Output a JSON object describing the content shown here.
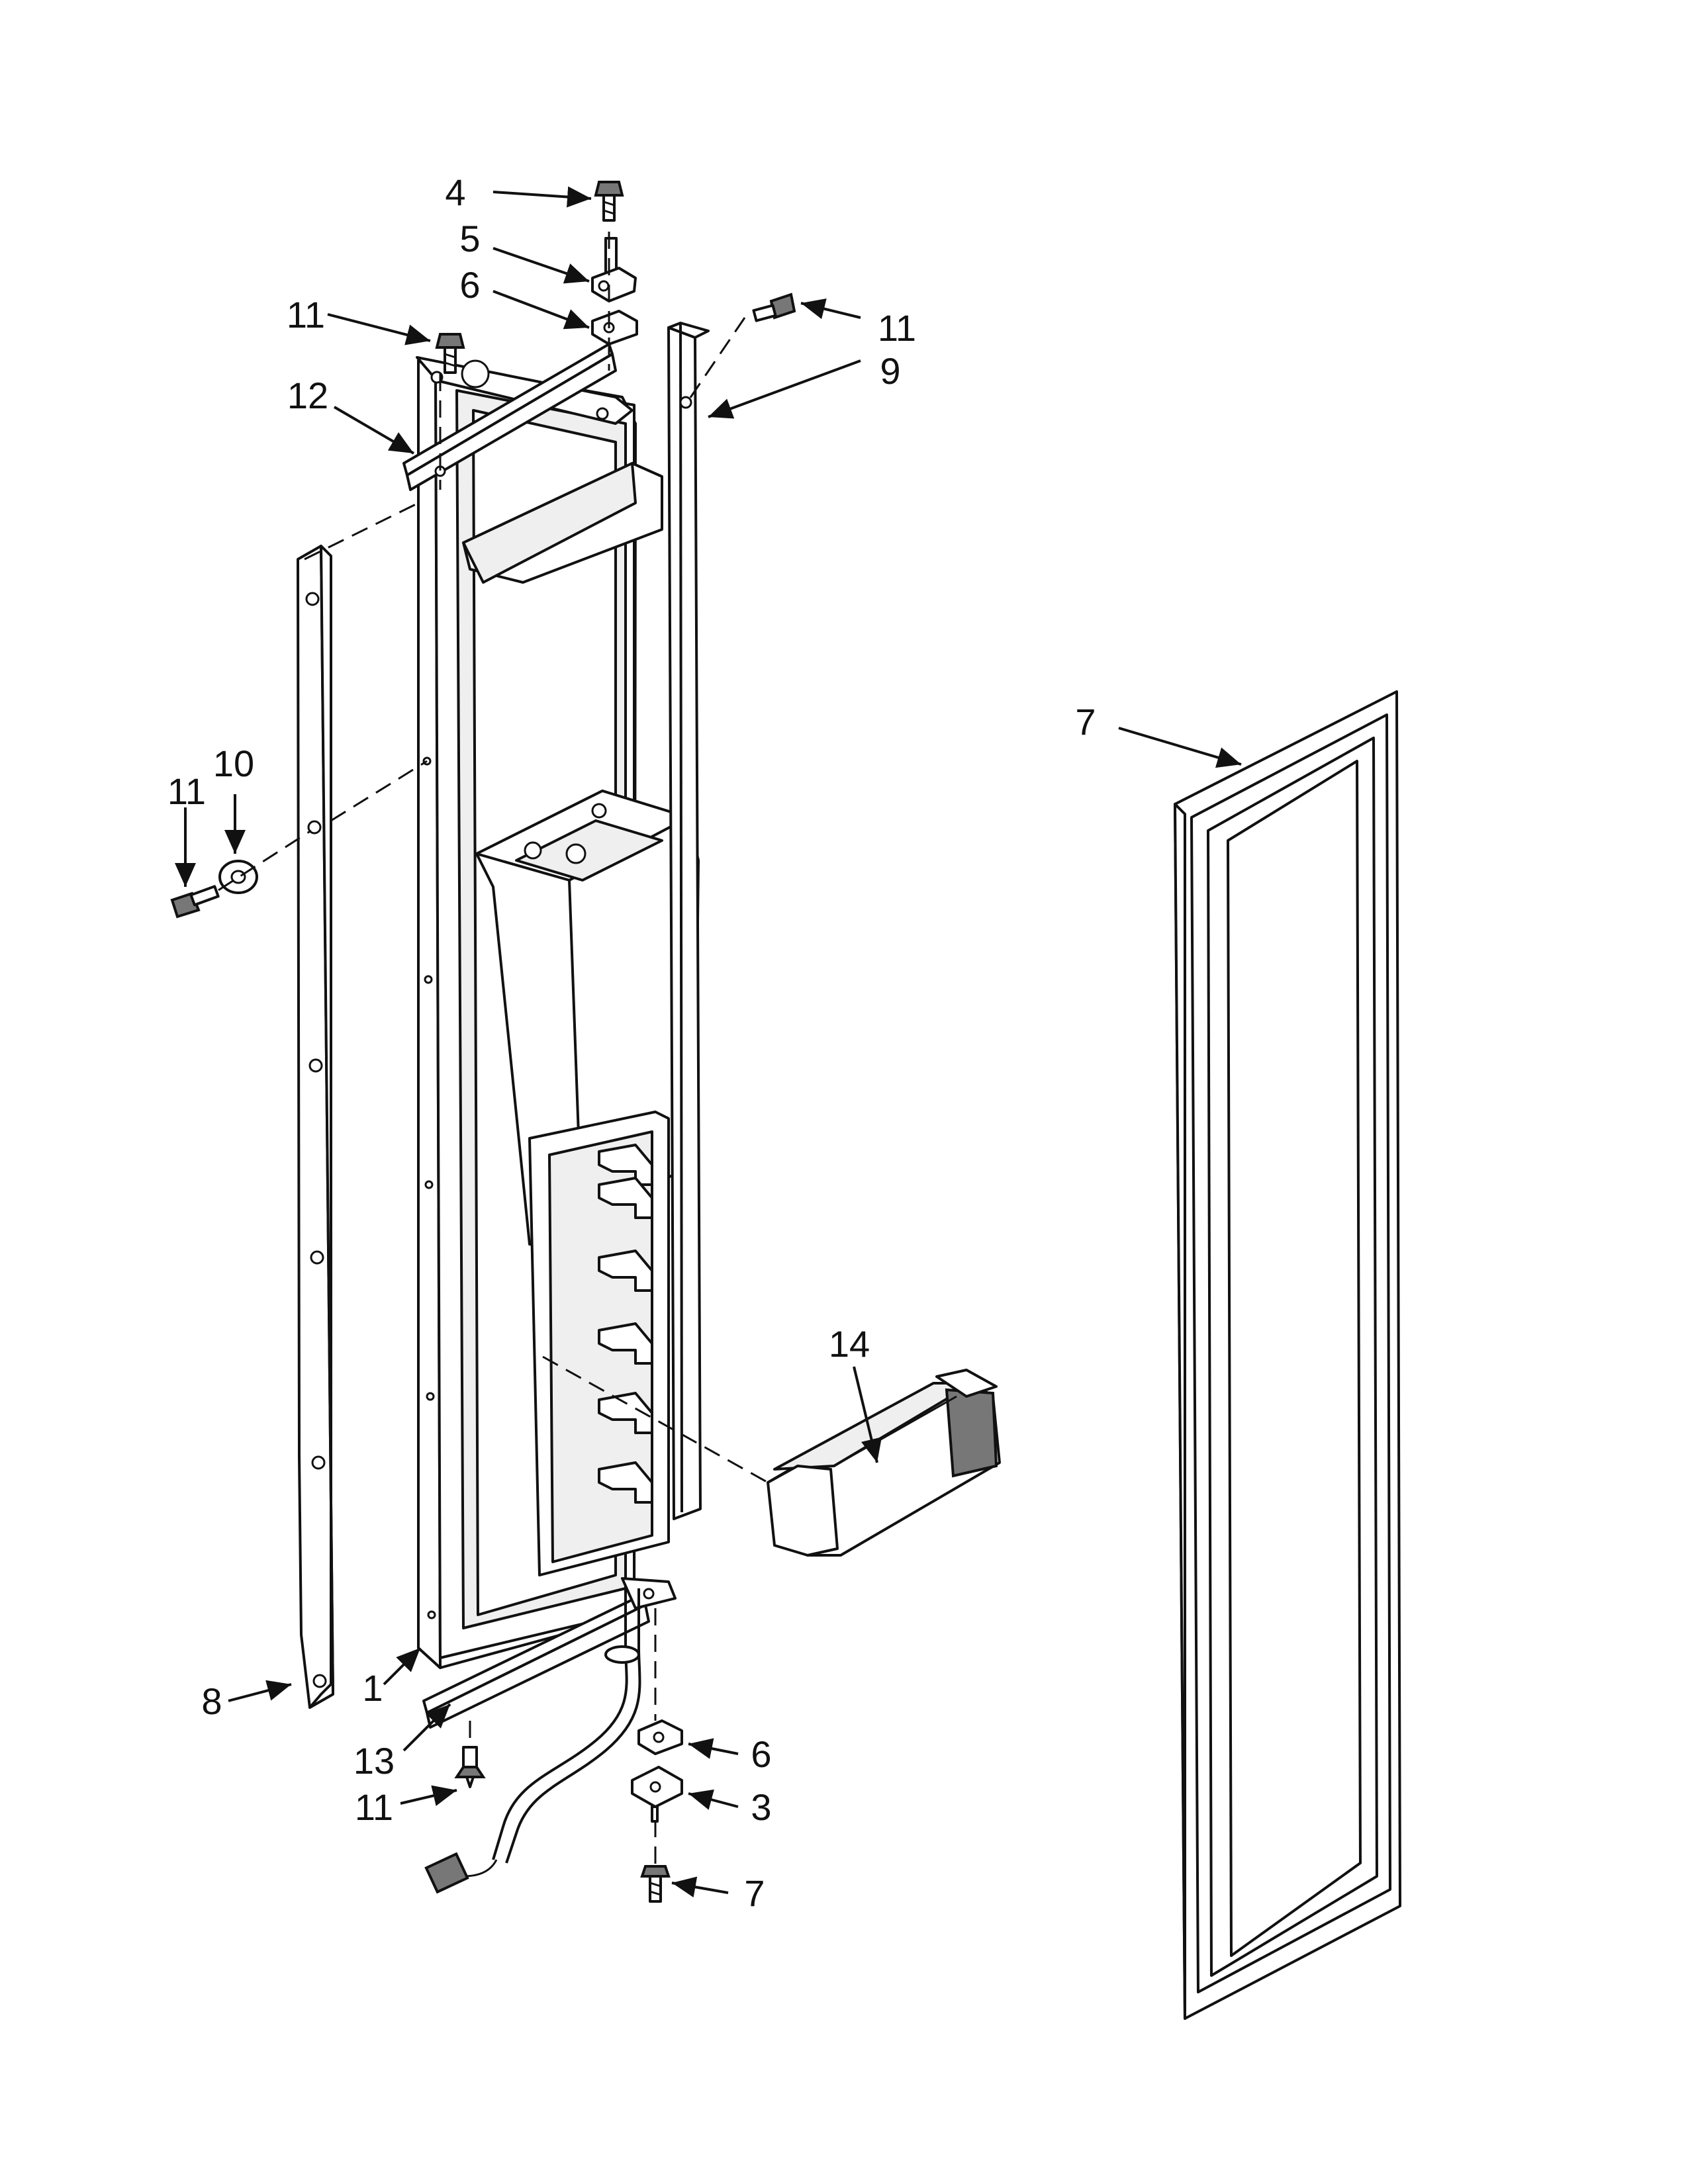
{
  "diagram": {
    "callouts": [
      "4",
      "5",
      "6",
      "11",
      "12",
      "11",
      "9",
      "11",
      "10",
      "7",
      "14",
      "8",
      "1",
      "13",
      "11",
      "6",
      "3",
      "7"
    ]
  }
}
